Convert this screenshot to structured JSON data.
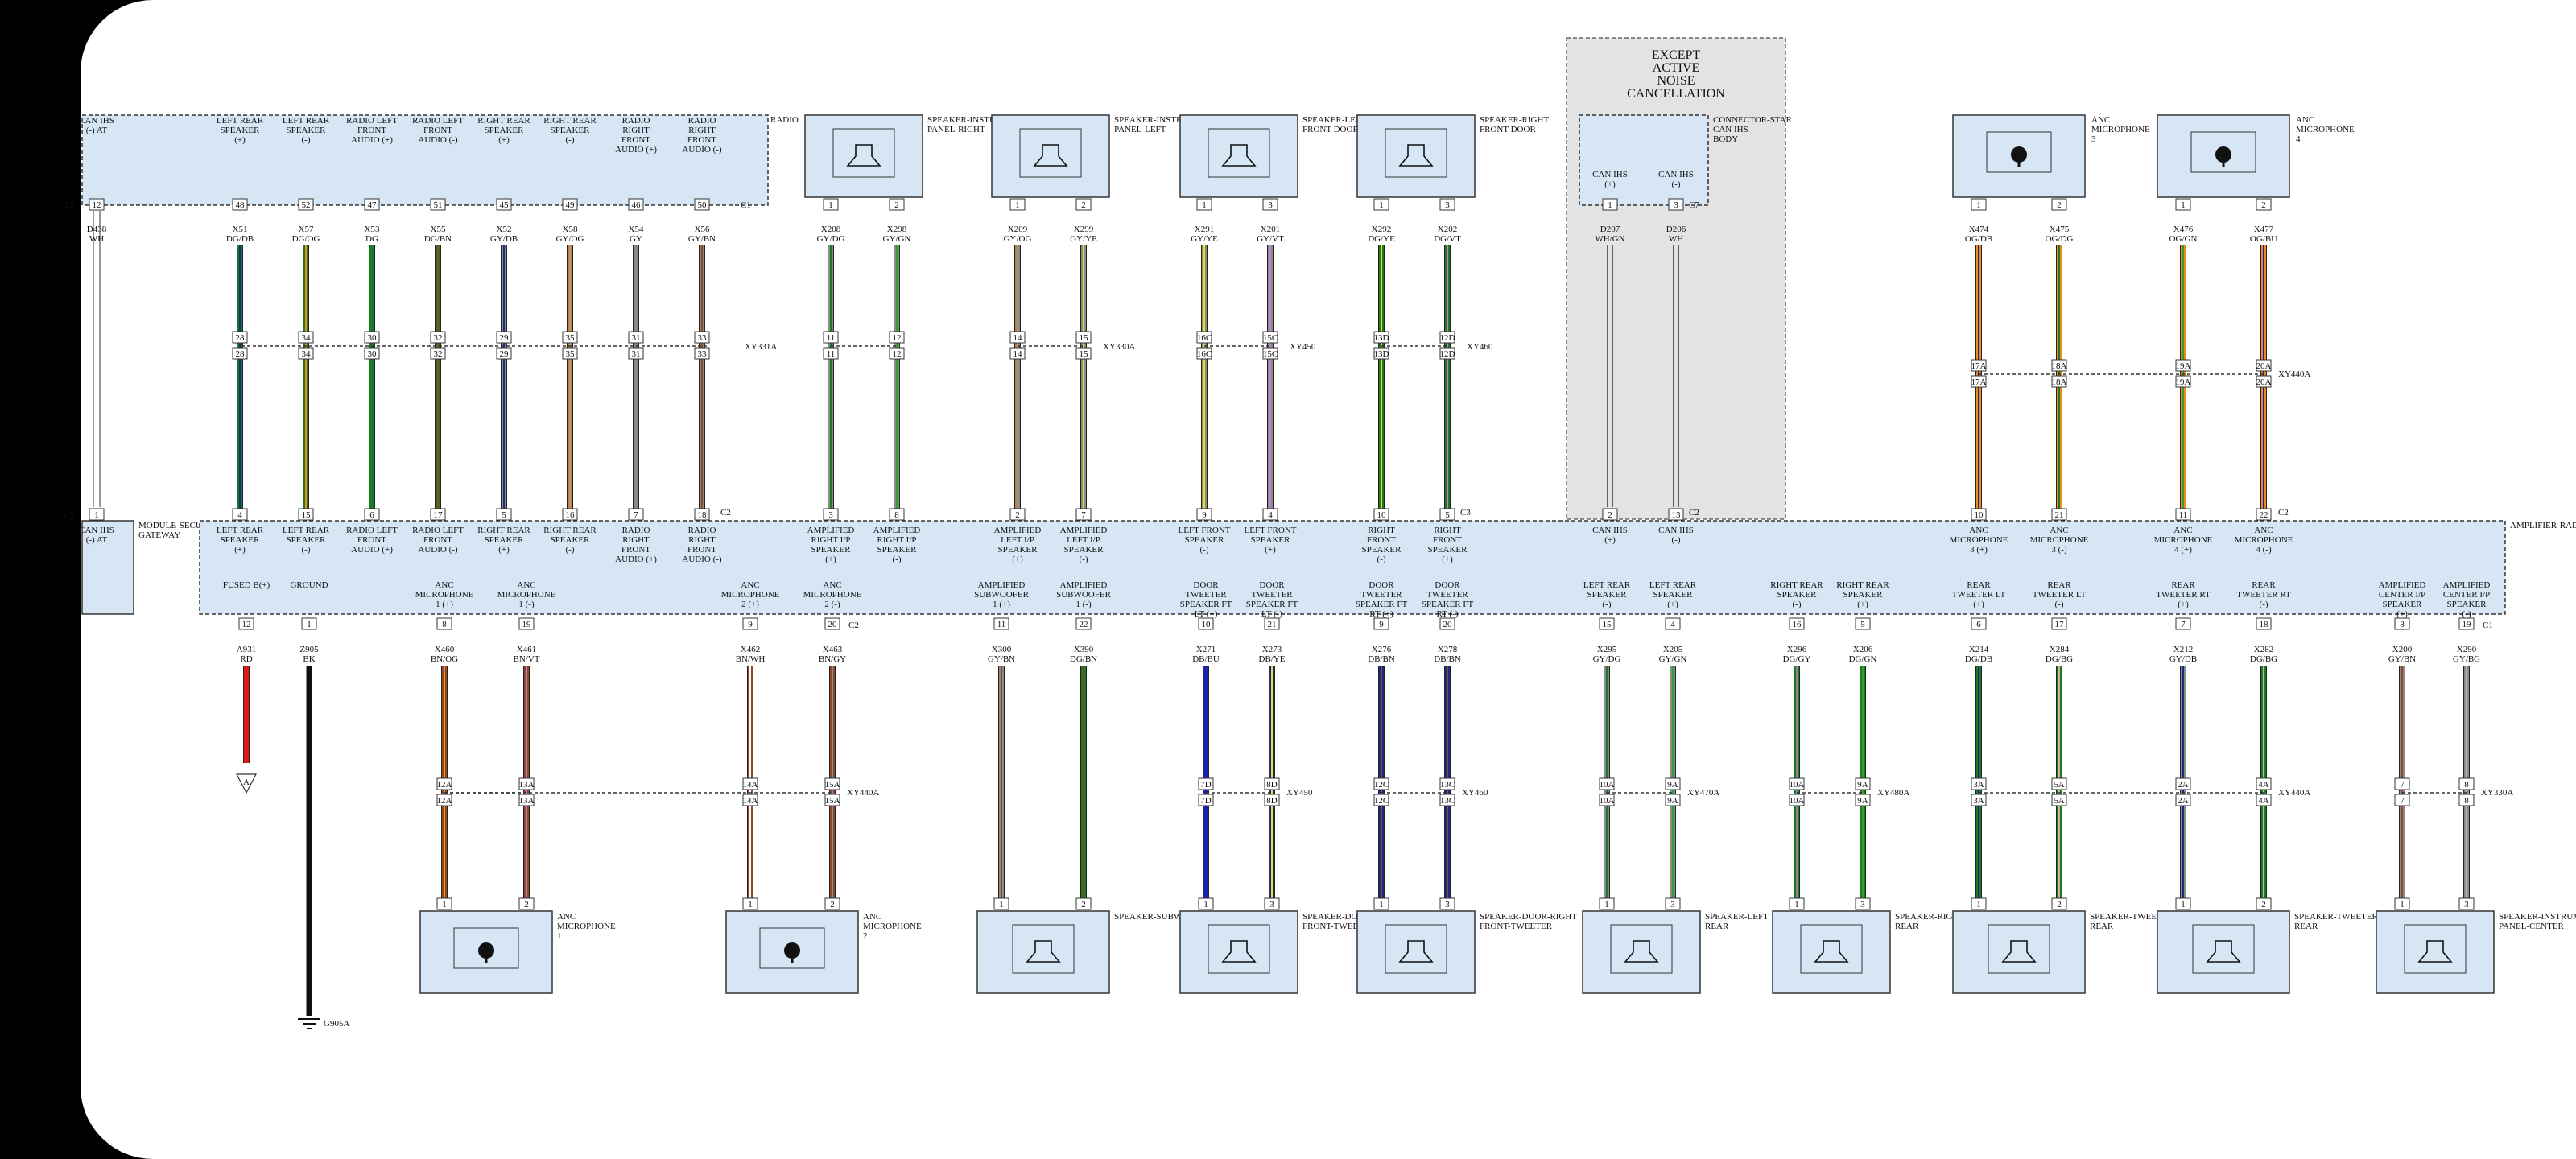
{
  "colors": {
    "module_fill": "#d6e6f4",
    "zone_fill": "#e3e3e3",
    "border": "#333333"
  },
  "radio": {
    "label": "RADIO",
    "pins": [
      {
        "name": "CAN IHS (-) AT",
        "c1": "12",
        "c2": "1",
        "wire": "D438",
        "color": "WH"
      },
      {
        "name": "LEFT REAR SPEAKER (+)",
        "c1": "48",
        "wire": "X51",
        "color": "DG/DB",
        "xa": "28",
        "xb": "28",
        "amp": "4",
        "amp_name": "LEFT REAR SPEAKER (+)"
      },
      {
        "name": "LEFT REAR SPEAKER (-)",
        "c1": "52",
        "wire": "X57",
        "color": "DG/OG",
        "xa": "34",
        "xb": "34",
        "amp": "15",
        "amp_name": "LEFT REAR SPEAKER (-)"
      },
      {
        "name": "RADIO LEFT FRONT AUDIO (+)",
        "c1": "47",
        "wire": "X53",
        "color": "DG",
        "xa": "30",
        "xb": "30",
        "amp": "6",
        "amp_name": "RADIO LEFT FRONT AUDIO (+)"
      },
      {
        "name": "RADIO LEFT FRONT AUDIO (-)",
        "c1": "51",
        "wire": "X55",
        "color": "DG/BN",
        "xa": "32",
        "xb": "32",
        "amp": "17",
        "amp_name": "RADIO LEFT FRONT AUDIO (-)"
      },
      {
        "name": "RIGHT REAR SPEAKER (+)",
        "c1": "45",
        "wire": "X52",
        "color": "GY/DB",
        "xa": "29",
        "xb": "29",
        "amp": "5",
        "amp_name": "RIGHT REAR SPEAKER (+)"
      },
      {
        "name": "RIGHT REAR SPEAKER (-)",
        "c1": "49",
        "wire": "X58",
        "color": "GY/OG",
        "xa": "35",
        "xb": "35",
        "amp": "16",
        "amp_name": "RIGHT REAR SPEAKER (-)"
      },
      {
        "name": "RADIO RIGHT FRONT AUDIO (+)",
        "c1": "46",
        "wire": "X54",
        "color": "GY",
        "xa": "31",
        "xb": "31",
        "amp": "7",
        "amp_name": "RADIO RIGHT FRONT AUDIO (+)"
      },
      {
        "name": "RADIO RIGHT FRONT AUDIO (-)",
        "c1": "50",
        "wire": "X56",
        "color": "GY/BN",
        "xa": "33",
        "xb": "33",
        "amp": "18",
        "amp_name": "RADIO RIGHT FRONT AUDIO (-)"
      }
    ],
    "conn": "C1",
    "inline": "XY331A",
    "amp_conn": "C2"
  },
  "gateway": {
    "label": "MODULE-SECURITY GATEWAY",
    "pin": "1",
    "pin_name": "CAN IHS (-) AT",
    "conn": "C2"
  },
  "top_devices": [
    {
      "label": "SPEAKER-INSTRUMENT PANEL-RIGHT",
      "pins": [
        "1",
        "2"
      ],
      "wires": [
        [
          "X208",
          "GY/DG"
        ],
        [
          "X298",
          "GY/GN"
        ]
      ],
      "xa": [
        "11",
        "12"
      ],
      "xb": [
        "11",
        "12"
      ],
      "amp": [
        "3",
        "8"
      ],
      "amp_names": [
        "AMPLIFIED RIGHT I/P SPEAKER (+)",
        "AMPLIFIED RIGHT I/P SPEAKER (-)"
      ]
    },
    {
      "label": "SPEAKER-INSTRUMENT PANEL-LEFT",
      "pins": [
        "1",
        "2"
      ],
      "wires": [
        [
          "X209",
          "GY/OG"
        ],
        [
          "X299",
          "GY/YE"
        ]
      ],
      "xa": [
        "14",
        "15"
      ],
      "xb": [
        "14",
        "15"
      ],
      "inline": "XY330A",
      "amp": [
        "2",
        "7"
      ],
      "amp_names": [
        "AMPLIFIED LEFT I/P SPEAKER (+)",
        "AMPLIFIED LEFT I/P SPEAKER (-)"
      ]
    },
    {
      "label": "SPEAKER-LEFT FRONT DOOR",
      "pins": [
        "1",
        "3"
      ],
      "wires": [
        [
          "X291",
          "GY/YE"
        ],
        [
          "X201",
          "GY/VT"
        ]
      ],
      "xa": [
        "16C",
        "15C"
      ],
      "xb": [
        "16C",
        "15C"
      ],
      "inline": "XY450",
      "amp": [
        "9",
        "4"
      ],
      "amp_names": [
        "LEFT FRONT SPEAKER (-)",
        "LEFT FRONT SPEAKER (+)"
      ]
    },
    {
      "label": "SPEAKER-RIGHT FRONT DOOR",
      "pins": [
        "1",
        "3"
      ],
      "wires": [
        [
          "X292",
          "DG/YE"
        ],
        [
          "X202",
          "DG/VT"
        ]
      ],
      "xa": [
        "13D",
        "12D"
      ],
      "xb": [
        "13D",
        "12D"
      ],
      "inline": "XY460",
      "amp": [
        "10",
        "5"
      ],
      "amp_names": [
        "RIGHT FRONT SPEAKER (-)",
        "RIGHT FRONT SPEAKER (+)"
      ],
      "conn": "C3"
    }
  ],
  "anc_zone": {
    "title": "EXCEPT ACTIVE NOISE CANCELLATION",
    "connector": "CONNECTOR-STAR CAN IHS BODY",
    "pin_names": [
      "CAN IHS (+)",
      "CAN IHS (-)"
    ],
    "pins": [
      "1",
      "3"
    ],
    "conn": "C7",
    "wires": [
      [
        "D207",
        "WH/GN"
      ],
      [
        "D206",
        "WH"
      ]
    ],
    "amp": [
      "2",
      "13"
    ],
    "amp_names": [
      "CAN IHS (+)",
      "CAN IHS (-)"
    ],
    "amp_conn": "C2"
  },
  "anc_mics_top": [
    {
      "label": "ANC MICROPHONE 3",
      "pins": [
        "1",
        "2"
      ],
      "wires": [
        [
          "X474",
          "OG/DB"
        ],
        [
          "X475",
          "OG/DG"
        ]
      ],
      "xa": [
        "17A",
        "18A"
      ],
      "xb": [
        "17A",
        "18A"
      ],
      "amp": [
        "10",
        "21"
      ],
      "amp_names": [
        "ANC MICROPHONE 3 (+)",
        "ANC MICROPHONE 3 (-)"
      ]
    },
    {
      "label": "ANC MICROPHONE 4",
      "pins": [
        "1",
        "2"
      ],
      "wires": [
        [
          "X476",
          "OG/GN"
        ],
        [
          "X477",
          "OG/BU"
        ]
      ],
      "xa": [
        "19A",
        "20A"
      ],
      "xb": [
        "19A",
        "20A"
      ],
      "inline": "XY440A",
      "amp": [
        "11",
        "22"
      ],
      "amp_names": [
        "ANC MICROPHONE 4 (+)",
        "ANC MICROPHONE 4 (-)"
      ],
      "amp_conn": "C2"
    }
  ],
  "amplifier": {
    "label": "AMPLIFIER-RADIO",
    "bottom": [
      {
        "name": "FUSED B(+)",
        "pin": "12",
        "wire": "A931",
        "color": "RD"
      },
      {
        "name": "GROUND",
        "pin": "1",
        "wire": "Z905",
        "color": "BK"
      },
      {
        "name": "ANC MICROPHONE 1 (+)",
        "pin": "8",
        "wire": "X460",
        "color": "BN/OG",
        "xa": "12A"
      },
      {
        "name": "ANC MICROPHONE 1 (-)",
        "pin": "19",
        "wire": "X461",
        "color": "BN/VT",
        "xa": "13A"
      },
      {
        "name": "ANC MICROPHONE 2 (+)",
        "pin": "9",
        "wire": "X462",
        "color": "BN/WH",
        "xa": "14A"
      },
      {
        "name": "ANC MICROPHONE 2 (-)",
        "pin": "20",
        "wire": "X463",
        "color": "BN/GY",
        "xa": "15A",
        "conn": "C2"
      },
      {
        "name": "AMPLIFIED SUBWOOFER 1 (+)",
        "pin": "11",
        "wire": "X300",
        "color": "GY/BN"
      },
      {
        "name": "AMPLIFIED SUBWOOFER 1 (-)",
        "pin": "22",
        "wire": "X390",
        "color": "DG/BN"
      },
      {
        "name": "DOOR TWEETER SPEAKER FT LT (+)",
        "pin": "10",
        "wire": "X271",
        "color": "DB/BU",
        "xa": "7D"
      },
      {
        "name": "DOOR TWEETER SPEAKER FT LT (-)",
        "pin": "21",
        "wire": "X273",
        "color": "DB/YE",
        "xa": "8D"
      },
      {
        "name": "DOOR TWEETER SPEAKER FT RT (+)",
        "pin": "9",
        "wire": "X276",
        "color": "DB/BN",
        "xa": "12C"
      },
      {
        "name": "DOOR TWEETER SPEAKER FT RT (-)",
        "pin": "20",
        "wire": "X278",
        "color": "DB/BN",
        "xa": "13C"
      },
      {
        "name": "LEFT REAR SPEAKER (-)",
        "pin": "15",
        "wire": "X295",
        "color": "GY/DG",
        "xa": "10A"
      },
      {
        "name": "LEFT REAR SPEAKER (+)",
        "pin": "4",
        "wire": "X205",
        "color": "GY/GN",
        "xa": "9A"
      },
      {
        "name": "RIGHT REAR SPEAKER (-)",
        "pin": "16",
        "wire": "X296",
        "color": "DG/GY",
        "xa": "10A"
      },
      {
        "name": "RIGHT REAR SPEAKER (+)",
        "pin": "5",
        "wire": "X206",
        "color": "DG/GN",
        "xa": "9A"
      },
      {
        "name": "REAR TWEETER LT (+)",
        "pin": "6",
        "wire": "X214",
        "color": "DG/DB",
        "xa": "3A"
      },
      {
        "name": "REAR TWEETER LT (-)",
        "pin": "17",
        "wire": "X284",
        "color": "DG/BG",
        "xa": "5A"
      },
      {
        "name": "REAR TWEETER RT (+)",
        "pin": "7",
        "wire": "X212",
        "color": "GY/DB",
        "xa": "2A"
      },
      {
        "name": "REAR TWEETER RT (-)",
        "pin": "18",
        "wire": "X282",
        "color": "DG/BG",
        "xa": "4A"
      },
      {
        "name": "AMPLIFIED CENTER I/P SPEAKER (+)",
        "pin": "8",
        "wire": "X200",
        "color": "GY/BN",
        "xa": "7"
      },
      {
        "name": "AMPLIFIED CENTER I/P SPEAKER (-)",
        "pin": "19",
        "wire": "X290",
        "color": "GY/BG",
        "xa": "8",
        "conn": "C1"
      }
    ]
  },
  "inlines_bottom": [
    "XY440A",
    "XY450",
    "XY460",
    "XY470A",
    "XY480A",
    "XY440A",
    "XY330A"
  ],
  "bottom_devices": [
    {
      "label": "ANC MICROPHONE 1",
      "pins": [
        "1",
        "2"
      ]
    },
    {
      "label": "ANC MICROPHONE 2",
      "pins": [
        "1",
        "2"
      ]
    },
    {
      "label": "SPEAKER-SUBWOOFER",
      "pins": [
        "1",
        "2"
      ]
    },
    {
      "label": "SPEAKER-DOOR-LEFT FRONT-TWEETER",
      "pins": [
        "1",
        "3"
      ]
    },
    {
      "label": "SPEAKER-DOOR-RIGHT FRONT-TWEETER",
      "pins": [
        "1",
        "3"
      ]
    },
    {
      "label": "SPEAKER-LEFT REAR",
      "pins": [
        "1",
        "3"
      ]
    },
    {
      "label": "SPEAKER-RIGHT REAR",
      "pins": [
        "1",
        "3"
      ]
    },
    {
      "label": "SPEAKER-TWEETER-LEFT REAR",
      "pins": [
        "1",
        "2"
      ]
    },
    {
      "label": "SPEAKER-TWEETER-RIGHT REAR",
      "pins": [
        "1",
        "2"
      ]
    },
    {
      "label": "SPEAKER-INSTRUMENT PANEL-CENTER",
      "pins": [
        "1",
        "3"
      ]
    }
  ],
  "fuse_ref": "A",
  "ground_ref": "G905A"
}
